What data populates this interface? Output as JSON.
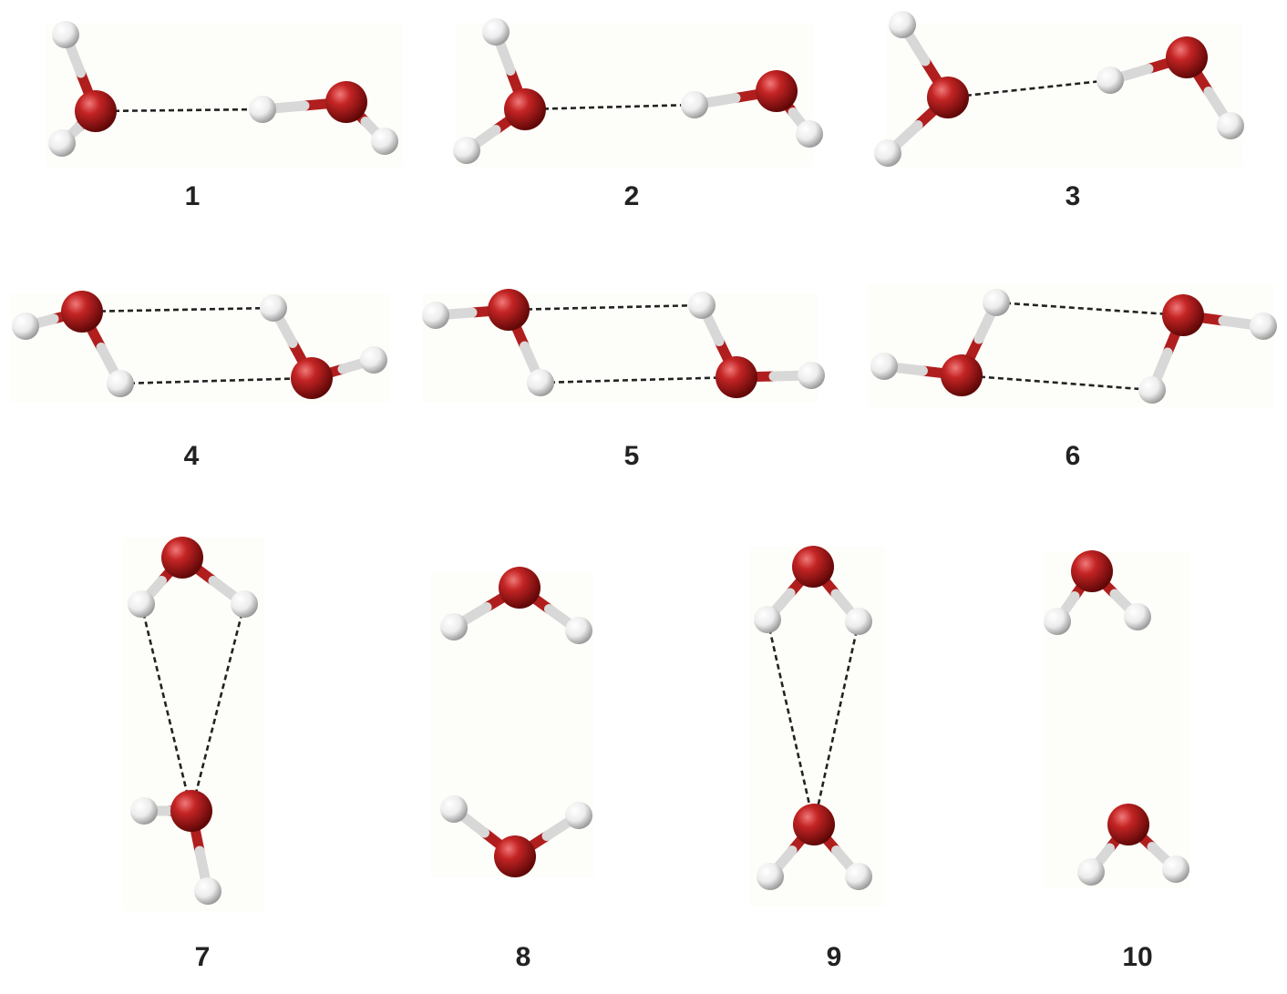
{
  "figure": {
    "colors": {
      "oxygen": "#b01e1e",
      "hydrogen": "#f2f2f2",
      "hydrogen_bond": "#222222",
      "panel_background": "#fdfdf9"
    },
    "structures": [
      {
        "label": "1"
      },
      {
        "label": "2"
      },
      {
        "label": "3"
      },
      {
        "label": "4"
      },
      {
        "label": "5"
      },
      {
        "label": "6"
      },
      {
        "label": "7"
      },
      {
        "label": "8"
      },
      {
        "label": "9"
      },
      {
        "label": "10"
      }
    ]
  }
}
